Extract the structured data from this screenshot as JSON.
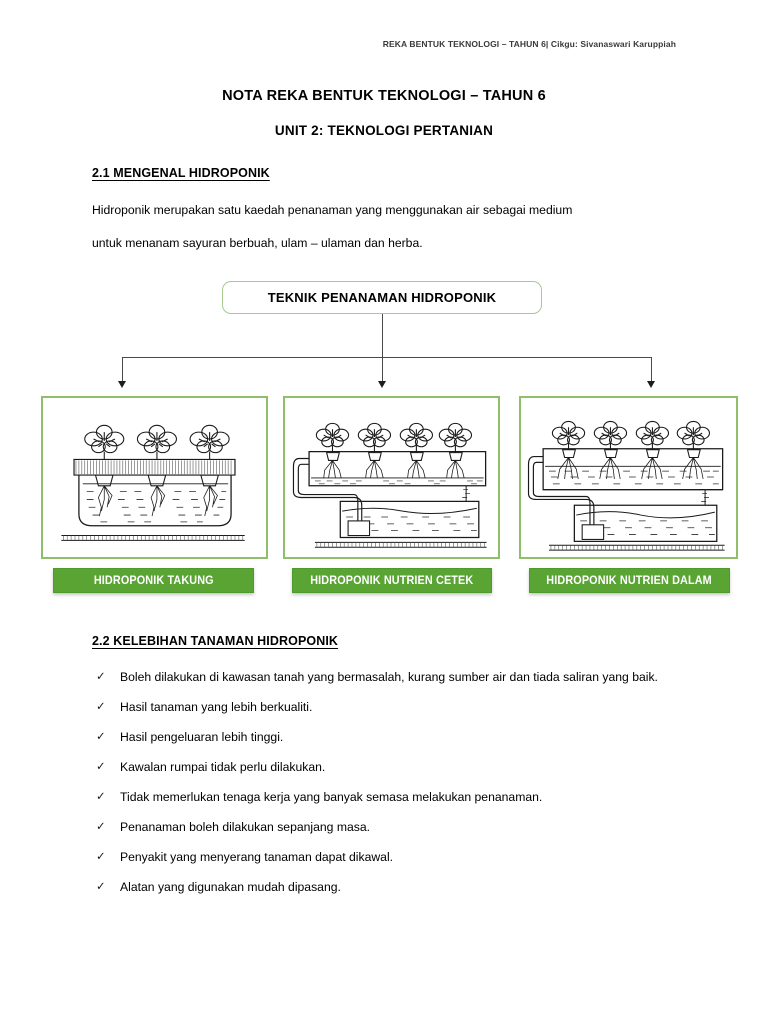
{
  "header": {
    "running_header": "REKA BENTUK TEKNOLOGI – TAHUN 6| Cikgu: Sivanaswari Karuppiah"
  },
  "title": {
    "main": "NOTA REKA BENTUK TEKNOLOGI – TAHUN 6",
    "sub": "UNIT 2: TEKNOLOGI PERTANIAN"
  },
  "sections": {
    "s21": {
      "heading": "2.1 MENGENAL HIDROPONIK",
      "paragraph_line1": "Hidroponik merupakan satu kaedah penanaman yang menggunakan air sebagai medium",
      "paragraph_line2": "untuk menanam sayuran berbuah, ulam – ulaman dan herba."
    },
    "s22": {
      "heading": "2.2 KELEBIHAN TANAMAN HIDROPONIK",
      "bullet_marker": "✓",
      "bullets": [
        "Boleh dilakukan di kawasan tanah yang bermasalah, kurang sumber air dan tiada saliran yang baik.",
        "Hasil tanaman yang lebih berkualiti.",
        "Hasil pengeluaran lebih tinggi.",
        "Kawalan rumpai tidak perlu dilakukan.",
        "Tidak memerlukan tenaga kerja yang banyak semasa melakukan penanaman.",
        "Penanaman boleh dilakukan sepanjang masa.",
        "Penyakit yang menyerang tanaman dapat dikawal.",
        "Alatan yang digunakan mudah dipasang."
      ]
    }
  },
  "diagram": {
    "root_label": "TEKNIK PENANAMAN HIDROPONIK",
    "branches": [
      {
        "caption": "HIDROPONIK TAKUNG",
        "illustration": "deep-water-culture-tank-with-three-plants"
      },
      {
        "caption": "HIDROPONIK NUTRIEN CETEK",
        "illustration": "shallow-nutrient-film-channel-with-four-plants-and-reservoir-pump"
      },
      {
        "caption": "HIDROPONIK NUTRIEN DALAM",
        "illustration": "deep-nutrient-flow-channel-with-four-plants-and-reservoir-pump"
      }
    ]
  },
  "colors": {
    "brand_green": "#5aa434",
    "panel_border_green": "#8fbf6b",
    "flow_box_border": "#a9c98e",
    "text": "#000000"
  }
}
